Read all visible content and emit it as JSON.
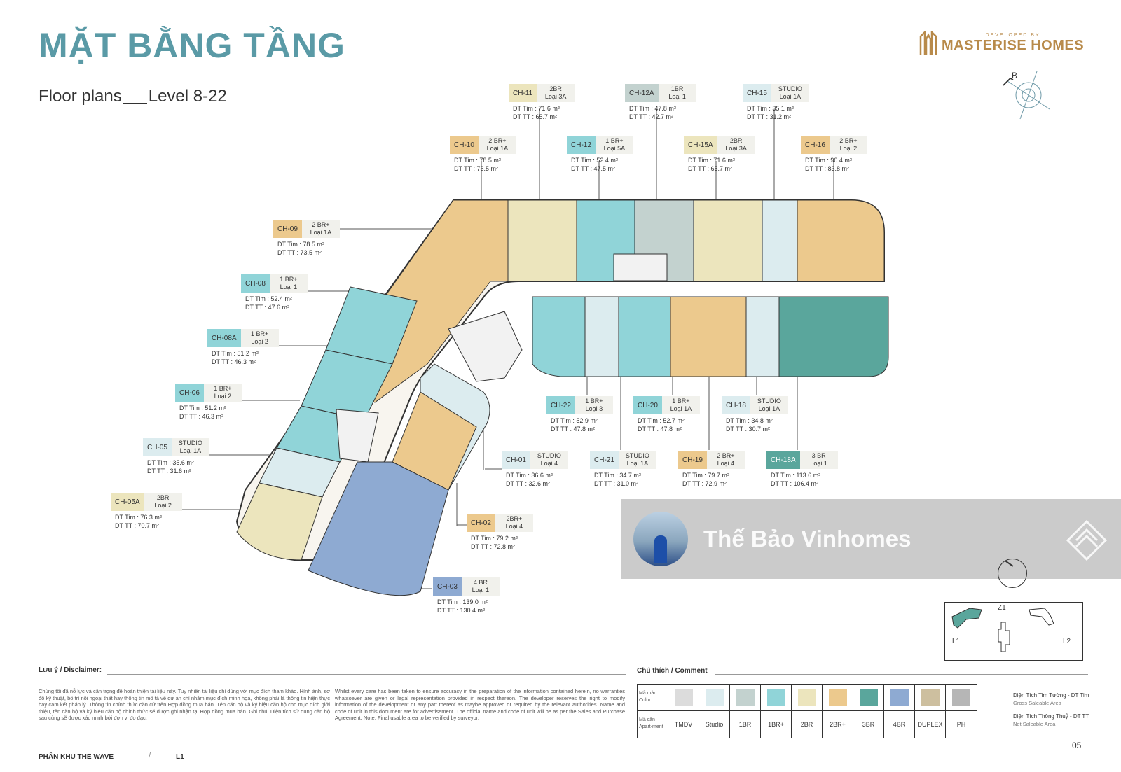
{
  "header": {
    "title": "MẶT BẰNG TẦNG",
    "subtitle_left": "Floor plans",
    "subtitle_right": "Level 8-22"
  },
  "logo": {
    "developed_by": "DEVELOPED BY",
    "brand": "MASTERISE HOMES",
    "color": "#b88a4a"
  },
  "compass": {
    "label": "B"
  },
  "colors": {
    "tmdv": "#dcdcdc",
    "studio": "#dcecef",
    "1br": "#c3d2cf",
    "1brplus": "#90d4d8",
    "2br": "#ece5bd",
    "2brplus": "#ecc98d",
    "3br": "#5aa69c",
    "4br": "#8eaad2",
    "duplex": "#cdbf9f",
    "ph": "#b6b6b6"
  },
  "units": [
    {
      "code": "CH-11",
      "type": "2BR",
      "loai": "Loại 3A",
      "dt_tim": "DT Tim  :  71.6 m²",
      "dt_tt": "DT TT    :  65.7 m²"
    },
    {
      "code": "CH-12A",
      "type": "1BR",
      "loai": "Loại 1",
      "dt_tim": "DT Tim  :  47.8 m²",
      "dt_tt": "DT TT    :  42.7 m²"
    },
    {
      "code": "CH-15",
      "type": "STUDIO",
      "loai": "Loại 1A",
      "dt_tim": "DT Tim  :  35.1 m²",
      "dt_tt": "DT TT    :  31.2 m²"
    },
    {
      "code": "CH-10",
      "type": "2 BR+",
      "loai": "Loại 1A",
      "dt_tim": "DT Tim  :  78.5 m²",
      "dt_tt": "DT TT    :  73.5 m²"
    },
    {
      "code": "CH-12",
      "type": "1 BR+",
      "loai": "Loại 5A",
      "dt_tim": "DT Tim  :  52.4 m²",
      "dt_tt": "DT TT    :  47.5 m²"
    },
    {
      "code": "CH-15A",
      "type": "2BR",
      "loai": "Loại 3A",
      "dt_tim": "DT Tim  :  71.6 m²",
      "dt_tt": "DT TT    :  65.7 m²"
    },
    {
      "code": "CH-16",
      "type": "2 BR+",
      "loai": "Loại 2",
      "dt_tim": "DT Tim  :  90.4 m²",
      "dt_tt": "DT TT    :  83.8 m²"
    },
    {
      "code": "CH-09",
      "type": "2 BR+",
      "loai": "Loại 1A",
      "dt_tim": "DT Tim  :  78.5 m²",
      "dt_tt": "DT TT    :  73.5 m²"
    },
    {
      "code": "CH-08",
      "type": "1 BR+",
      "loai": "Loại 1",
      "dt_tim": "DT Tim  :  52.4 m²",
      "dt_tt": "DT TT    :  47.6 m²"
    },
    {
      "code": "CH-08A",
      "type": "1 BR+",
      "loai": "Loại 2",
      "dt_tim": "DT Tim  :  51.2 m²",
      "dt_tt": "DT TT    :  46.3 m²"
    },
    {
      "code": "CH-06",
      "type": "1 BR+",
      "loai": "Loại 2",
      "dt_tim": "DT Tim  :  51.2 m²",
      "dt_tt": "DT TT    :  46.3 m²"
    },
    {
      "code": "CH-05",
      "type": "STUDIO",
      "loai": "Loại 1A",
      "dt_tim": "DT Tim  :  35.6 m²",
      "dt_tt": "DT TT    :  31.6 m²"
    },
    {
      "code": "CH-05A",
      "type": "2BR",
      "loai": "Loại 2",
      "dt_tim": "DT Tim  :  76.3 m²",
      "dt_tt": "DT TT    :  70.7 m²"
    },
    {
      "code": "CH-22",
      "type": "1 BR+",
      "loai": "Loại 3",
      "dt_tim": "DT Tim  :  52.9 m²",
      "dt_tt": "DT TT    :  47.8 m²"
    },
    {
      "code": "CH-20",
      "type": "1 BR+",
      "loai": "Loại 1A",
      "dt_tim": "DT Tim  :  52.7 m²",
      "dt_tt": "DT TT    :  47.8 m²"
    },
    {
      "code": "CH-18",
      "type": "STUDIO",
      "loai": "Loại 1A",
      "dt_tim": "DT Tim  :  34.8 m²",
      "dt_tt": "DT TT    :  30.7 m²"
    },
    {
      "code": "CH-01",
      "type": "STUDIO",
      "loai": "Loại 4",
      "dt_tim": "DT Tim  :  36.6 m²",
      "dt_tt": "DT TT    :  32.6 m²"
    },
    {
      "code": "CH-21",
      "type": "STUDIO",
      "loai": "Loại 1A",
      "dt_tim": "DT Tim  :  34.7 m²",
      "dt_tt": "DT TT    :  31.0 m²"
    },
    {
      "code": "CH-19",
      "type": "2 BR+",
      "loai": "Loại 4",
      "dt_tim": "DT Tim  :  79.7 m²",
      "dt_tt": "DT TT    :  72.9 m²"
    },
    {
      "code": "CH-18A",
      "type": "3 BR",
      "loai": "Loại 1",
      "dt_tim": "DT Tim  :  113.6 m²",
      "dt_tt": "DT TT    :  106.4 m²"
    },
    {
      "code": "CH-02",
      "type": "2BR+",
      "loai": "Loại 4",
      "dt_tim": "DT Tim  :  79.2 m²",
      "dt_tt": "DT TT    :  72.8 m²"
    },
    {
      "code": "CH-03",
      "type": "4 BR",
      "loai": "Loại 1",
      "dt_tim": "DT Tim  :  139.0 m²",
      "dt_tt": "DT TT    :  130.4 m²"
    }
  ],
  "watermark": {
    "name": "Thế Bảo Vinhomes"
  },
  "keyplan": {
    "l1": "L1",
    "z1": "Z1",
    "l2": "L2"
  },
  "disclaimer": {
    "label": "Lưu ý / Disclaimer:",
    "vi": "Chúng tôi đã nỗ lực và cẩn trọng để hoàn thiện tài liệu này. Tuy nhiên tài liệu chỉ dùng với mục đích tham khảo. Hình ảnh, sơ đồ kỹ thuật, bố trí nội ngoại thất hay thông tin mô tả về dự án chỉ nhằm mục đích minh họa, không phải là thông tin hiện thực hay cam kết pháp lý. Thông tin chính thức căn cứ trên Hợp đồng mua bán. Tên căn hộ và ký hiệu căn hộ cho mục đích giới thiệu, tên căn hộ và ký hiệu căn hộ chính thức sẽ được ghi nhận tại Hợp đồng mua bán. Ghi chú: Diện tích sử dụng căn hộ sau cùng sẽ được xác minh bởi đơn vị đo đạc.",
    "en": "Whilst every care has been taken to ensure accuracy in the preparation of the information contained herein, no warranties whatsoever are given or legal representation provided in respect thereon. The developer reserves the right to modify information of the development or any part thereof as maybe approved or required by the relevant authorities. Name and code of unit in this document are for advertisement. The official name and code of unit will be as per the Sales and Purchase Agreement. Note: Final usable area to be verified by surveyor."
  },
  "legend": {
    "label": "Chú thích / Comment",
    "color_label_vi": "Mã màu",
    "color_label_en": "Color",
    "code_label_vi": "Mã căn",
    "code_label_en": "Apart-ment",
    "items": [
      {
        "label": "TMDV",
        "color": "#dcdcdc"
      },
      {
        "label": "Studio",
        "color": "#dcecef"
      },
      {
        "label": "1BR",
        "color": "#c3d2cf"
      },
      {
        "label": "1BR+",
        "color": "#90d4d8"
      },
      {
        "label": "2BR",
        "color": "#ece5bd"
      },
      {
        "label": "2BR+",
        "color": "#ecc98d"
      },
      {
        "label": "3BR",
        "color": "#5aa69c"
      },
      {
        "label": "4BR",
        "color": "#8eaad2"
      },
      {
        "label": "DUPLEX",
        "color": "#cdbf9f"
      },
      {
        "label": "PH",
        "color": "#b6b6b6"
      }
    ],
    "note1_vi": "Diện Tích Tim Tường - DT Tim",
    "note1_en": "Gross Saleable Area",
    "note2_vi": "Diện Tích Thông Thuỷ - DT TT",
    "note2_en": "Net Saleable Area"
  },
  "footer": {
    "zone": "PHÂN KHU THE WAVE",
    "slash": "/",
    "block": "L1",
    "page": "05"
  }
}
